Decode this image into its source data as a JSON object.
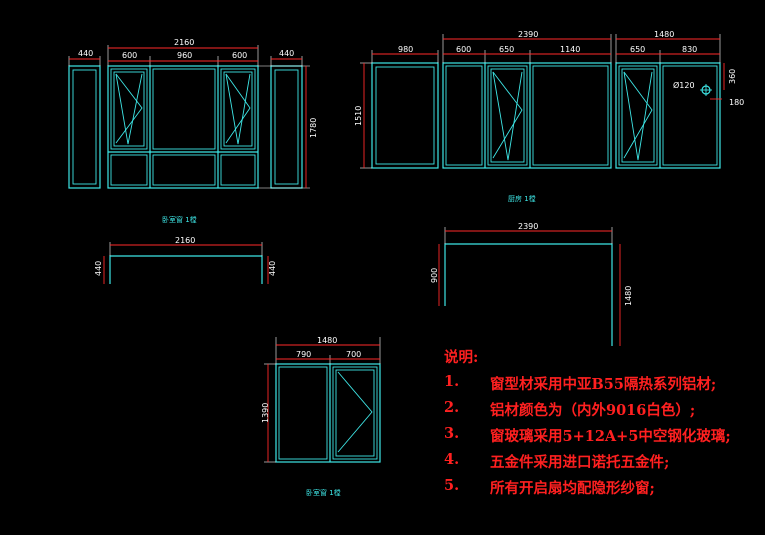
{
  "drawing_colors": {
    "frame": "#3ee6e6",
    "dimension_line": "#ff2a2a",
    "dimension_text": "#ffffff",
    "notes": "#ff2020",
    "background": "#000000"
  },
  "elevation_a": {
    "width": "2160",
    "height": "1780",
    "side_width": "440",
    "segments": [
      "600",
      "960",
      "600"
    ],
    "plan_width": "2160",
    "plan_depth": "440",
    "caption": "卧室窗 1樘"
  },
  "elevation_b": {
    "left_width": "980",
    "left_height": "1510",
    "width": "2390",
    "segments": [
      "600",
      "650",
      "1140"
    ],
    "right_width": "1480",
    "right_segments": [
      "650",
      "830"
    ],
    "vent_label": "Ø120",
    "vent_dim_v": "360",
    "vent_dim_h": "180",
    "plan_width": "2390",
    "plan_left": "900",
    "plan_right": "1480",
    "caption": "厨房 1樘"
  },
  "elevation_c": {
    "width": "1480",
    "segments": [
      "790",
      "700"
    ],
    "height": "1390",
    "caption": "卧室窗 1樘"
  },
  "notes": {
    "title": "说明:",
    "items": [
      {
        "num": "1.",
        "text": "窗型材采用中亚B55隔热系列铝材;"
      },
      {
        "num": "2.",
        "text": "铝材颜色为（内外9016白色）;"
      },
      {
        "num": "3.",
        "text": "窗玻璃采用5+12A+5中空钢化玻璃;"
      },
      {
        "num": "4.",
        "text": "五金件采用进口诺托五金件;"
      },
      {
        "num": "5.",
        "text": "所有开启扇均配隐形纱窗;"
      }
    ]
  }
}
